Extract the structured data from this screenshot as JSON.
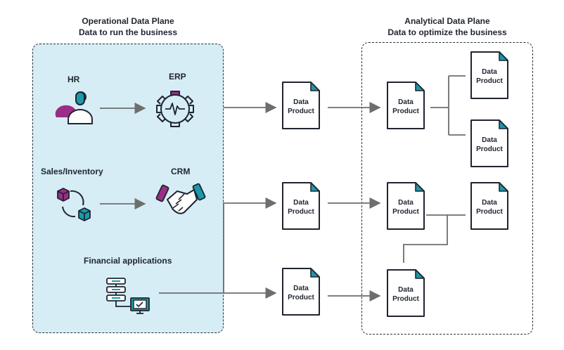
{
  "operational": {
    "title": "Operational Data Plane",
    "subtitle": "Data to run the business",
    "sources": [
      {
        "label": "HR",
        "icon": "people-icon"
      },
      {
        "label": "ERP",
        "icon": "gear-pulse-icon"
      },
      {
        "label": "Sales/Inventory",
        "icon": "cubes-cycle-icon"
      },
      {
        "label": "CRM",
        "icon": "handshake-icon"
      },
      {
        "label": "Financial applications",
        "icon": "server-monitor-icon"
      }
    ]
  },
  "analytical": {
    "title": "Analytical Data Plane",
    "subtitle": "Data to optimize the business"
  },
  "data_product": {
    "line1": "Data",
    "line2": "Product"
  },
  "colors": {
    "plane_fill": "#d6edf5",
    "accent_magenta": "#9b2d86",
    "accent_teal": "#1a9aa8",
    "ink": "#1f2430",
    "arrow": "#6e6e6e"
  }
}
